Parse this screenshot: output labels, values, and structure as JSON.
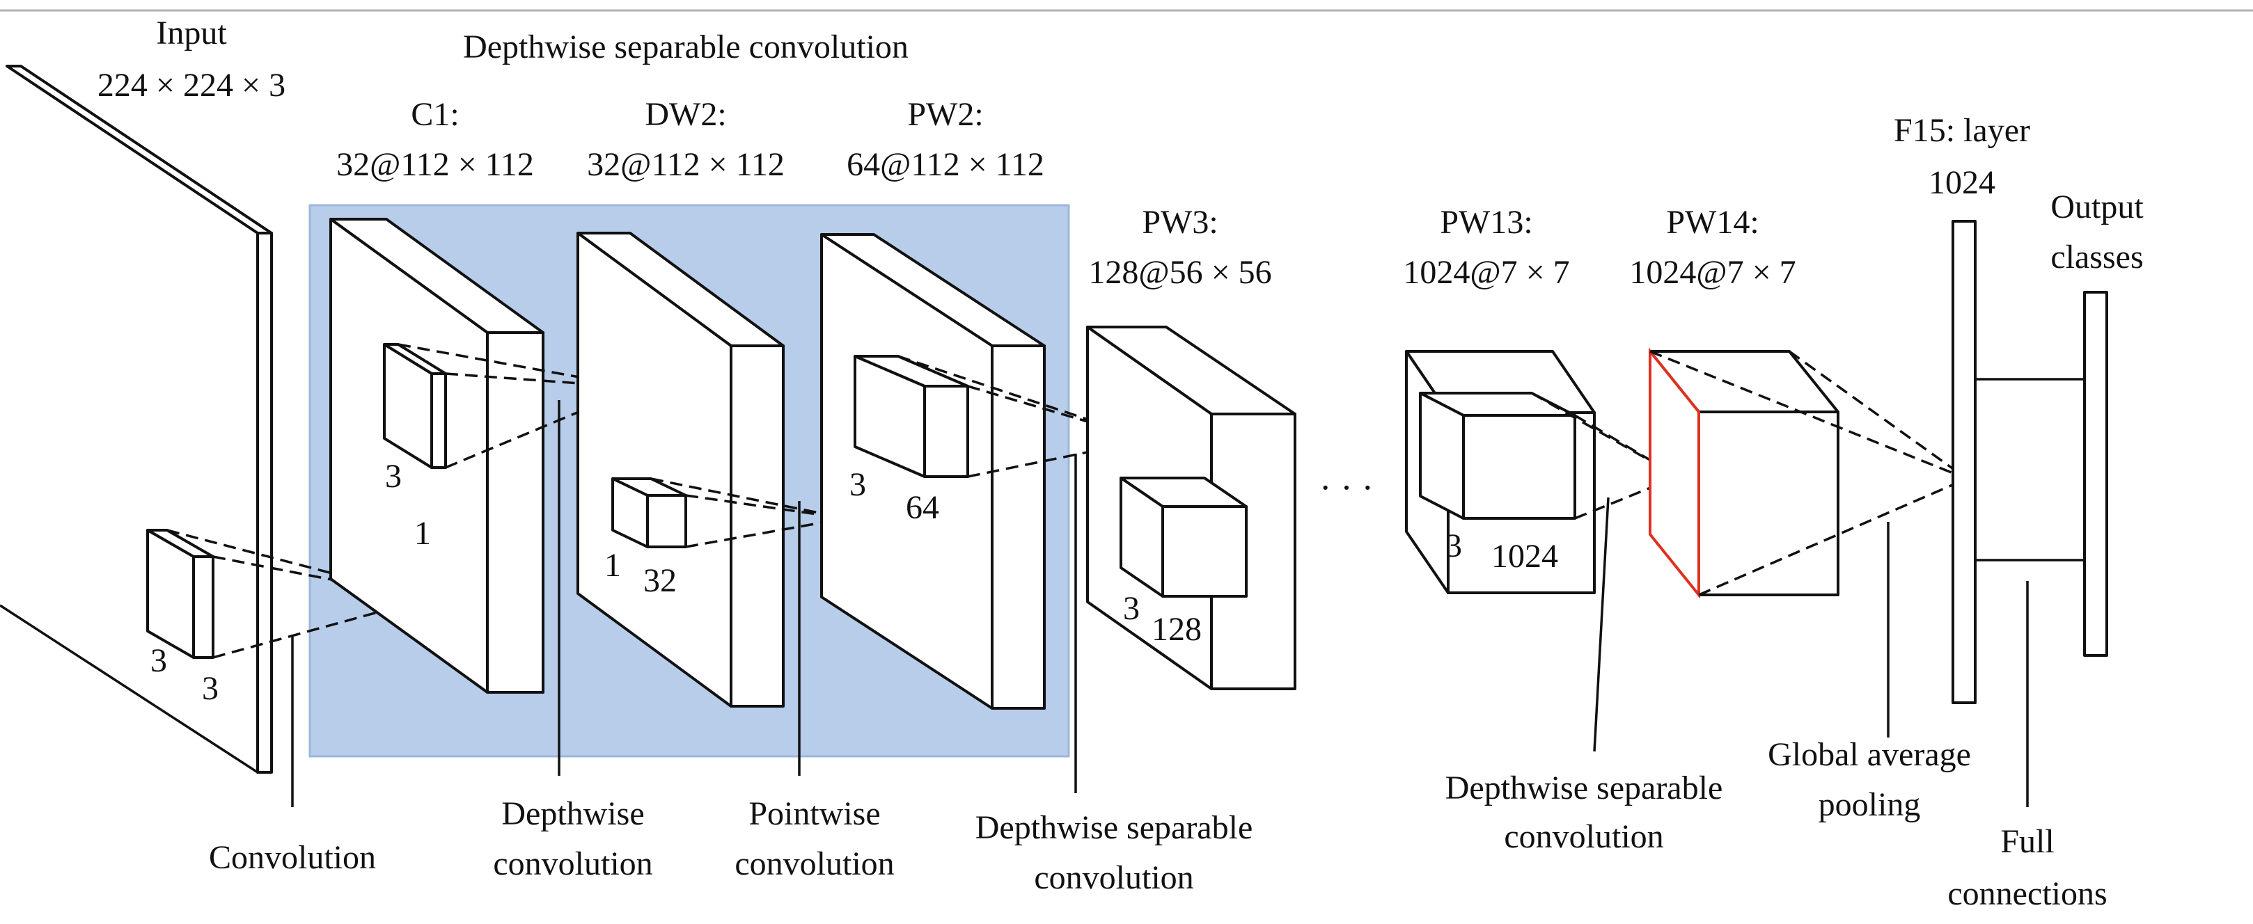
{
  "colors": {
    "highlight_fill": "#b7cdea",
    "highlight_stroke": "#9db6da",
    "stroke": "#111111",
    "red_face": "#e0301e"
  },
  "labels": {
    "input_title": "Input",
    "input_dims": "224 × 224 × 3",
    "dsc_group": "Depthwise separable convolution",
    "c1": "C1:",
    "c1_dims": "32@112 × 112",
    "dw2": "DW2:",
    "dw2_dims": "32@112 × 112",
    "pw2": "PW2:",
    "pw2_dims": "64@112 × 112",
    "pw3": "PW3:",
    "pw3_dims": "128@56 × 56",
    "pw13": "PW13:",
    "pw13_dims": "1024@7 × 7",
    "pw14": "PW14:",
    "pw14_dims": "1024@7 × 7",
    "f15": "F15: layer",
    "f15_dims": "1024",
    "output1": "Output",
    "output2": "classes",
    "ellipsis": "· · ·"
  },
  "kernels": {
    "input_k1": "3",
    "input_k2": "3",
    "c1_k": "3",
    "c1_d": "1",
    "dw2_k": "1",
    "dw2_d": "32",
    "pw2_k": "3",
    "pw2_d": "64",
    "pw3_k": "3",
    "pw3_d": "128",
    "pw13_k": "3",
    "pw13_d": "1024"
  },
  "callouts": {
    "convolution": "Convolution",
    "depthwise_1": "Depthwise",
    "depthwise_2": "convolution",
    "pointwise_1": "Pointwise",
    "pointwise_2": "convolution",
    "dsc_a1": "Depthwise separable",
    "dsc_a2": "convolution",
    "dsc_b1": "Depthwise separable",
    "dsc_b2": "convolution",
    "gap_1": "Global average",
    "gap_2": "pooling",
    "full_1": "Full",
    "full_2": "connections"
  }
}
